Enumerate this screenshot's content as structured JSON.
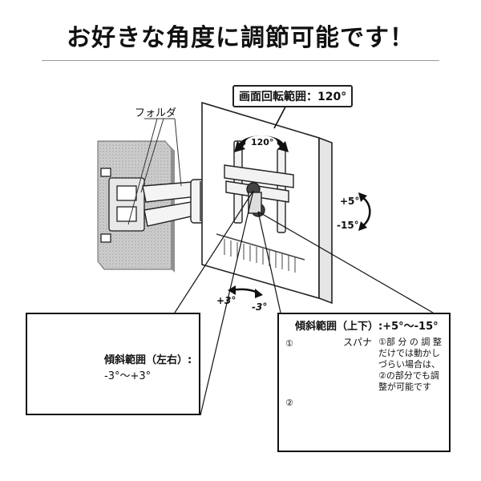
{
  "headline": "お好きな角度に調節可能です！",
  "rotation": {
    "label": "画面回転範囲：120°",
    "badge": "120°"
  },
  "folder_label": "フォルダ",
  "vertical_tilt": {
    "plus": "+5°",
    "minus": "-15°"
  },
  "horizontal_tilt": {
    "plus": "+3°",
    "minus": "-3°"
  },
  "left_panel": {
    "title": "傾斜範囲（左右）:",
    "value": "-3°～+3°"
  },
  "right_panel": {
    "title": "傾斜範囲（上下）:+5°～-15°",
    "step1_marker": "①",
    "spanner_label": "スパナ",
    "note_lines": [
      "①部 分 の 調 整",
      "だけでは動かし",
      "づらい場合は、",
      "②の部分でも調",
      "整が可能です"
    ],
    "step2_marker": "②"
  }
}
